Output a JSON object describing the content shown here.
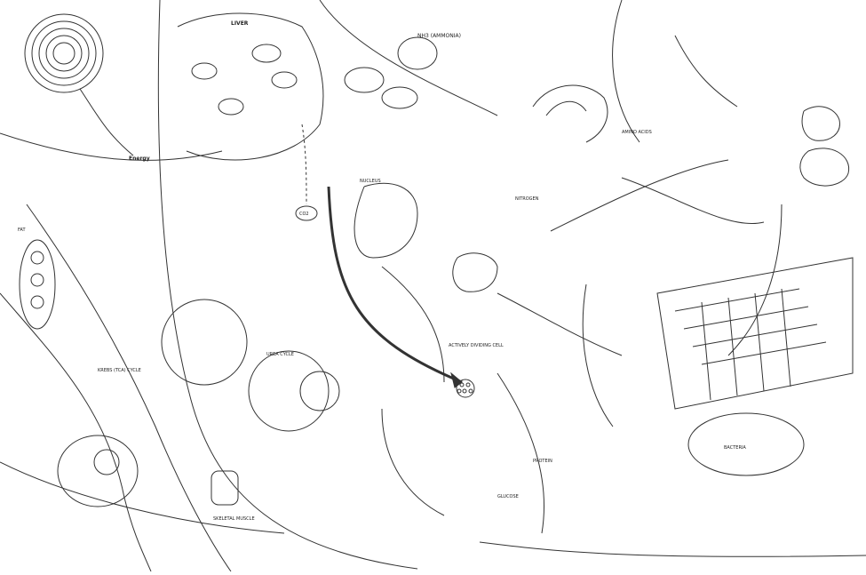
{
  "labels": {
    "energy": "Energy",
    "liver": "LIVER",
    "nh3_ammonia": "NH3 (AMMONIA)",
    "actively_dividing_cell": "ACTIVELY DIVIDING CELL",
    "fat": "FAT",
    "skeletal_muscle": "SKELETAL MUSCLE",
    "urea_cycle": "UREA CYCLE",
    "krebs": "KREBS (TCA) CYCLE",
    "co2": "CO2",
    "nucleus": "NUCLEUS",
    "protein": "PROTEIN",
    "glucose": "GLUCOSE",
    "amino_acids": "AMINO ACIDS",
    "nitrogen": "NITROGEN",
    "bacteria": "BACTERIA"
  }
}
